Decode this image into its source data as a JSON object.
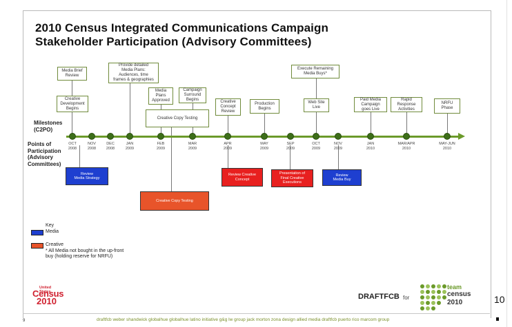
{
  "title": {
    "line1": "2010 Census Integrated Communications Campaign",
    "line2": "Stakeholder Participation (Advisory Committees)"
  },
  "labels": {
    "milestones": "Milestones\n(C2PO)",
    "points": "Points of\nParticipation\n(Advisory\nCommittees)"
  },
  "milestones": [
    {
      "text": "Media Brief\nReview"
    },
    {
      "text": "Creative\nDevelopment\nBegins"
    },
    {
      "text": "Provide detailed\nMedia Plans:\nAudiences, time\nframes & geographies"
    },
    {
      "text": "Media\nPlans\nApproved"
    },
    {
      "text": "Creative\nConcept\nReview"
    },
    {
      "text": "Campaign\nSurround\nBegins"
    },
    {
      "text": "Creative Copy Testing"
    },
    {
      "text": "Production\nBegins"
    },
    {
      "text": "Execute Remaining\nMedia Buys*"
    },
    {
      "text": "Web Site\nLive"
    },
    {
      "text": "Paid Media\nCampaign\ngoes Live"
    },
    {
      "text": "Rapid\nResponse\nActivities"
    },
    {
      "text": "NRFU\nPhase"
    }
  ],
  "dates": [
    "OCT\n2008",
    "NOV\n2008",
    "DEC\n2008",
    "JAN\n2009",
    "FEB\n2009",
    "MAR\n2009",
    "APR\n2009",
    "MAY\n2009",
    "SEP\n2009",
    "OCT\n2009",
    "NOV\n2009",
    "JAN\n2010",
    "MAR/APR\n2010",
    "MAY-JUN\n2010"
  ],
  "participation": [
    {
      "text": "Review\nMedia Strategy"
    },
    {
      "text": "Creative Copy Testing"
    },
    {
      "text": "Review Creative\nConcept"
    },
    {
      "text": "Presentation of\nFinal Creative\nExecutions"
    },
    {
      "text": "Review\nMedia Buy"
    }
  ],
  "key": {
    "title": "Key",
    "media": "Media",
    "creative": "Creative",
    "footnote": "* All Media not bought in the up-front\nbuy (holding reserve for NRFU)"
  },
  "logos": {
    "census_small": "United States",
    "census_big": "Census",
    "census_year": "2010",
    "draft": "DRAFTFCB",
    "draft_for": "for",
    "team_line1": "team",
    "team_line2": "census",
    "team_line3": "2010"
  },
  "page": {
    "number_big": "10",
    "number_small": "9"
  },
  "footer": {
    "agencies": "draftfcb   weber shandwick   globalhue   globalhue latino   initiative   g&g   lw group   jack morton   zona design   allied media   draftfcb puerto rico   marcom group"
  },
  "colors": {
    "media": "#1e3fd0",
    "creative": "#e8542a",
    "axis": "#6b9a2a",
    "census_red": "#d0202f"
  }
}
